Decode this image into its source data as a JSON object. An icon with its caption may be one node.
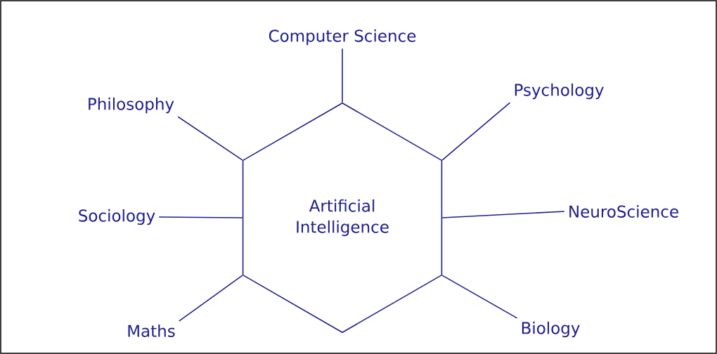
{
  "diagram": {
    "nodes": [
      {
        "text": [
          "Artificial Intelligence"
        ]
      },
      {
        "text": [
          "Computer Science"
        ]
      },
      {
        "text": [
          "Philosophy"
        ]
      },
      {
        "text": [
          "Psychology"
        ]
      },
      {
        "text": [
          "Sociology"
        ]
      },
      {
        "text": [
          "NeuroScience"
        ]
      },
      {
        "text": [
          "Maths"
        ]
      },
      {
        "text": [
          "Biology"
        ]
      }
    ],
    "edges": [
      {
        "from": 1,
        "to": 0,
        "arrow": "none"
      },
      {
        "from": 2,
        "to": 0,
        "arrow": "none"
      },
      {
        "from": 3,
        "to": 0,
        "arrow": "none"
      },
      {
        "from": 4,
        "to": 0,
        "arrow": "none"
      },
      {
        "from": 5,
        "to": 0,
        "arrow": "none"
      },
      {
        "from": 6,
        "to": 0,
        "arrow": "none"
      },
      {
        "from": 7,
        "to": 0,
        "arrow": "none"
      }
    ]
  }
}
